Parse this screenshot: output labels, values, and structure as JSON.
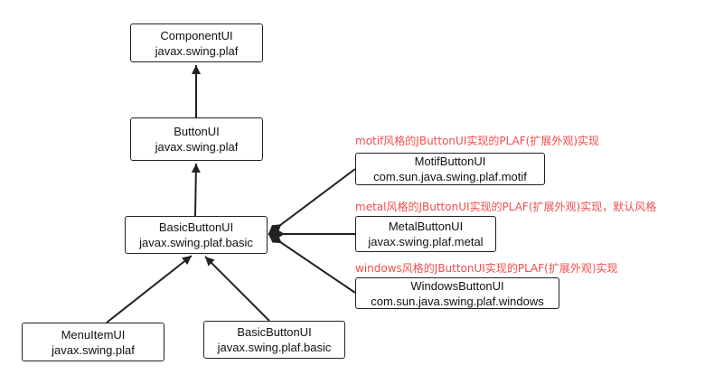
{
  "colors": {
    "line": "#222222",
    "note": "#f24d4d",
    "border": "#222222"
  },
  "nodes": {
    "component_ui": {
      "name": "ComponentUI",
      "pkg": "javax.swing.plaf"
    },
    "button_ui": {
      "name": "ButtonUI",
      "pkg": "javax.swing.plaf"
    },
    "basic_button_ui": {
      "name": "BasicButtonUI",
      "pkg": "javax.swing.plaf.basic"
    },
    "motif_button_ui": {
      "name": "MotifButtonUI",
      "pkg": "com.sun.java.swing.plaf.motif"
    },
    "metal_button_ui": {
      "name": "MetalButtonUI",
      "pkg": "javax.swing.plaf.metal"
    },
    "windows_button_ui": {
      "name": "WindowsButtonUI",
      "pkg": "com.sun.java.swing.plaf.windows"
    },
    "menu_item_ui": {
      "name": "MenuItemUI",
      "pkg": "javax.swing.plaf"
    },
    "basic_button_ui_2": {
      "name": "BasicButtonUI",
      "pkg": "javax.swing.plaf.basic"
    }
  },
  "notes": {
    "motif": "motif风格的JButtonUI实现的PLAF(扩展外观)实现",
    "metal": "metal风格的JButtonUI实现的PLAF(扩展外观)实现，默认风格",
    "windows": "windows风格的JButtonUI实现的PLAF(扩展外观)实现"
  }
}
